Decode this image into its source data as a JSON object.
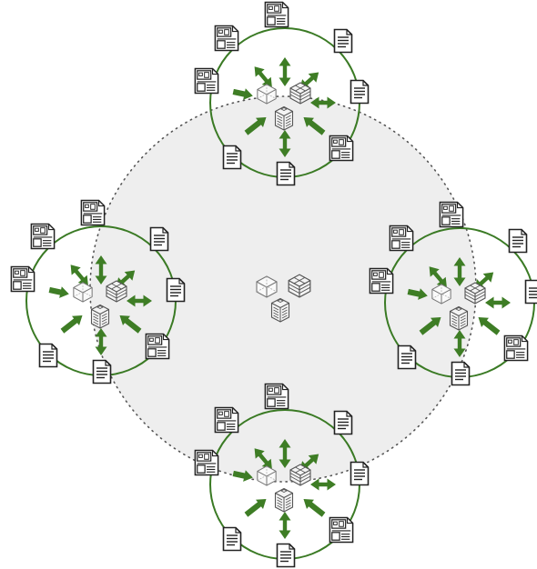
{
  "colors": {
    "background": "#ffffff",
    "central_area_fill": "#eeeeee",
    "central_area_border": "#555555",
    "cluster_ring": "#3a7a24",
    "arrow": "#3e7d25",
    "icon_stroke": "#222222",
    "cube_stroke": "#777777"
  },
  "center_hub": {
    "icons": [
      "wireframe-cube-icon",
      "layered-cube-icon",
      "building-icon"
    ]
  },
  "clusters": [
    {
      "id": "top",
      "documents": [
        "form-document-icon",
        "text-document-icon"
      ],
      "hub_icons": [
        "wireframe-cube-icon",
        "layered-cube-icon",
        "building-icon"
      ]
    },
    {
      "id": "left",
      "documents": [
        "form-document-icon",
        "text-document-icon"
      ],
      "hub_icons": [
        "wireframe-cube-icon",
        "layered-cube-icon",
        "building-icon"
      ]
    },
    {
      "id": "right",
      "documents": [
        "form-document-icon",
        "text-document-icon"
      ],
      "hub_icons": [
        "wireframe-cube-icon",
        "layered-cube-icon",
        "building-icon"
      ]
    },
    {
      "id": "bottom",
      "documents": [
        "form-document-icon",
        "text-document-icon"
      ],
      "hub_icons": [
        "wireframe-cube-icon",
        "layered-cube-icon",
        "building-icon"
      ]
    }
  ]
}
